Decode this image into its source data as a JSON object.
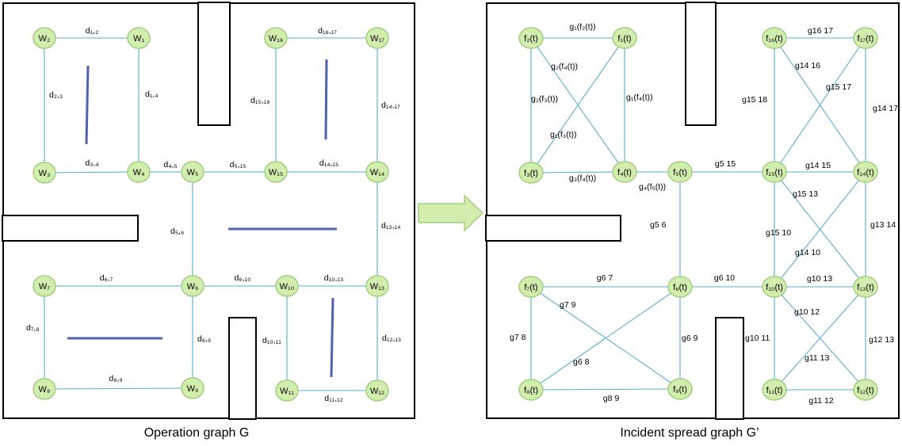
{
  "left_graph": {
    "caption": "Operation graph G",
    "nodes": [
      {
        "id": "w1",
        "label": "W₁"
      },
      {
        "id": "w2",
        "label": "W₂"
      },
      {
        "id": "w3",
        "label": "W₃"
      },
      {
        "id": "w4",
        "label": "W₄"
      },
      {
        "id": "w5",
        "label": "W₅"
      },
      {
        "id": "w15",
        "label": "W₁₅"
      },
      {
        "id": "w14",
        "label": "W₁₄"
      },
      {
        "id": "w16",
        "label": "W₁₆"
      },
      {
        "id": "w17",
        "label": "W₁₇"
      },
      {
        "id": "w7",
        "label": "W₇"
      },
      {
        "id": "w6",
        "label": "W₆"
      },
      {
        "id": "w10",
        "label": "W₁₀"
      },
      {
        "id": "w13",
        "label": "W₁₃"
      },
      {
        "id": "w8",
        "label": "W₈"
      },
      {
        "id": "w9",
        "label": "W₉"
      },
      {
        "id": "w11",
        "label": "W₁₁"
      },
      {
        "id": "w12",
        "label": "W₁₂"
      }
    ],
    "edges": [
      {
        "from": "w2",
        "to": "w1",
        "label": "d₁,₂"
      },
      {
        "from": "w2",
        "to": "w3",
        "label": "d₂,₃"
      },
      {
        "from": "w1",
        "to": "w4",
        "label": "d₁,₄"
      },
      {
        "from": "w3",
        "to": "w4",
        "label": "d₃,₄"
      },
      {
        "from": "w4",
        "to": "w5",
        "label": "d₄,₅"
      },
      {
        "from": "w5",
        "to": "w15",
        "label": "d₅,₁₅"
      },
      {
        "from": "w15",
        "to": "w14",
        "label": "d₁₄,₁₅"
      },
      {
        "from": "w16",
        "to": "w17",
        "label": "d₁₆,₁₇"
      },
      {
        "from": "w16",
        "to": "w15",
        "label": "d₁₅,₁₈"
      },
      {
        "from": "w17",
        "to": "w14",
        "label": "d₁₄,₁₇"
      },
      {
        "from": "w5",
        "to": "w6",
        "label": "d₅,₆"
      },
      {
        "from": "w14",
        "to": "w13",
        "label": "d₁₃,₁₄"
      },
      {
        "from": "w7",
        "to": "w6",
        "label": "d₆,₇"
      },
      {
        "from": "w6",
        "to": "w10",
        "label": "d₆,₁₀"
      },
      {
        "from": "w10",
        "to": "w13",
        "label": "d₁₀,₁₃"
      },
      {
        "from": "w7",
        "to": "w8",
        "label": "d₇,₈"
      },
      {
        "from": "w6",
        "to": "w9",
        "label": "d₆,₉"
      },
      {
        "from": "w10",
        "to": "w11",
        "label": "d₁₀,₁₁"
      },
      {
        "from": "w13",
        "to": "w12",
        "label": "d₁₂,₁₃"
      },
      {
        "from": "w8",
        "to": "w9",
        "label": "d₈,₉"
      },
      {
        "from": "w11",
        "to": "w12",
        "label": "d₁₁,₁₂"
      }
    ]
  },
  "right_graph": {
    "caption": "Incident spread graph G’",
    "nodes": [
      {
        "id": "f2",
        "label": "f₂(t)"
      },
      {
        "id": "f1",
        "label": "f₁(t)"
      },
      {
        "id": "f3",
        "label": "f₃(t)"
      },
      {
        "id": "f4",
        "label": "f₄(t)"
      },
      {
        "id": "f5",
        "label": "f₅(t)"
      },
      {
        "id": "f15",
        "label": "f₁₅(t)"
      },
      {
        "id": "f14",
        "label": "f₁₄(t)"
      },
      {
        "id": "f16",
        "label": "f₁₆(t)"
      },
      {
        "id": "f17",
        "label": "f₁₇(t)"
      },
      {
        "id": "f7",
        "label": "f₇(t)"
      },
      {
        "id": "f6",
        "label": "f₆(t)"
      },
      {
        "id": "f10",
        "label": "f₁₀(t)"
      },
      {
        "id": "f13",
        "label": "f₁₃(t)"
      },
      {
        "id": "f8",
        "label": "f₈(t)"
      },
      {
        "id": "f9",
        "label": "f₉(t)"
      },
      {
        "id": "f11",
        "label": "f₁₁(t)"
      },
      {
        "id": "f12",
        "label": "f₁₂(t)"
      }
    ],
    "edges": [
      {
        "from": "f2",
        "to": "f1",
        "label": "g₁(f₂(t))"
      },
      {
        "from": "f2",
        "to": "f4",
        "label": "g₂(f₄(t))"
      },
      {
        "from": "f2",
        "to": "f3",
        "label": "g₂(f₃(t))"
      },
      {
        "from": "f1",
        "to": "f4",
        "label": "g₁(f₄(t))"
      },
      {
        "from": "f1",
        "to": "f3",
        "label": "g₁(f₃(t))"
      },
      {
        "from": "f3",
        "to": "f4",
        "label": "g₃(f₄(t))"
      },
      {
        "from": "f4",
        "to": "f5",
        "label": "g₄(f₅(t))"
      },
      {
        "from": "f5",
        "to": "f15",
        "label": "g5 15"
      },
      {
        "from": "f16",
        "to": "f17",
        "label": "g16 17"
      },
      {
        "from": "f16",
        "to": "f14",
        "label": "g14  16"
      },
      {
        "from": "f17",
        "to": "f15",
        "label": "g15 17"
      },
      {
        "from": "f16",
        "to": "f15",
        "label": "g15 18"
      },
      {
        "from": "f17",
        "to": "f14",
        "label": "g14 17"
      },
      {
        "from": "f15",
        "to": "f14",
        "label": "g14 15"
      },
      {
        "from": "f15",
        "to": "f13",
        "label": "g15 13"
      },
      {
        "from": "f14",
        "to": "f10",
        "label": "g14 10"
      },
      {
        "from": "f15",
        "to": "f10",
        "label": "g15 10"
      },
      {
        "from": "f14",
        "to": "f13",
        "label": "g13 14"
      },
      {
        "from": "f5",
        "to": "f6",
        "label": "g5 6"
      },
      {
        "from": "f7",
        "to": "f6",
        "label": "g6 7"
      },
      {
        "from": "f6",
        "to": "f10",
        "label": "g6 10"
      },
      {
        "from": "f10",
        "to": "f13",
        "label": "g10 13"
      },
      {
        "from": "f7",
        "to": "f9",
        "label": "g7 9"
      },
      {
        "from": "f6",
        "to": "f8",
        "label": "g6 8"
      },
      {
        "from": "f7",
        "to": "f8",
        "label": "g7 8"
      },
      {
        "from": "f6",
        "to": "f9",
        "label": "g6 9"
      },
      {
        "from": "f10",
        "to": "f12",
        "label": "g10 12"
      },
      {
        "from": "f13",
        "to": "f11",
        "label": "g11 13"
      },
      {
        "from": "f10",
        "to": "f11",
        "label": "g10 11"
      },
      {
        "from": "f13",
        "to": "f12",
        "label": "g12 13"
      },
      {
        "from": "f8",
        "to": "f9",
        "label": "g8 9"
      },
      {
        "from": "f11",
        "to": "f12",
        "label": "g11 12"
      }
    ]
  },
  "colors": {
    "node_fill": "#d3edaf",
    "node_stroke": "#9fd07e",
    "edge": "#5aaed0",
    "obstacle": "#4f62b0",
    "arrow_fill": "#d3edaf",
    "arrow_stroke": "#9fd07e"
  }
}
